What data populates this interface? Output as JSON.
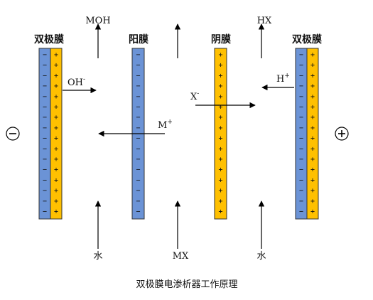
{
  "membranes": {
    "bipolar_left": "双极膜",
    "cation": "阳膜",
    "anion": "阴膜",
    "bipolar_right": "双极膜"
  },
  "signs": {
    "minus": "−",
    "plus": "+"
  },
  "ions": {
    "hydroxide": "OH",
    "hydroxide_charge": "-",
    "metal": "M",
    "metal_charge": "+",
    "anion": "X",
    "anion_charge": "-",
    "proton": "H",
    "proton_charge": "+"
  },
  "outputs": {
    "base": "MOH",
    "acid": "HX"
  },
  "inputs": {
    "left": "水",
    "middle": "MX",
    "right": "水"
  },
  "caption": "双极膜电渗析器工作原理",
  "colors": {
    "blue_layer": "#6b93d6",
    "yellow_layer": "#ffc000",
    "stroke": "#333333",
    "arrow": "#000000"
  }
}
